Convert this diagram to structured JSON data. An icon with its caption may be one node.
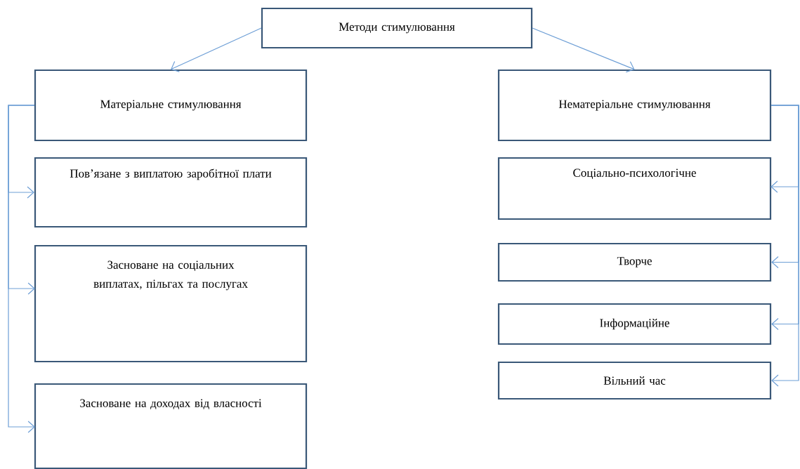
{
  "diagram": {
    "nodes": [
      {
        "text": [
          "Методи стимулювання"
        ]
      },
      {
        "text": [
          "Матеріальне стимулювання"
        ]
      },
      {
        "text": [
          "Нематеріальне стимулювання"
        ]
      },
      {
        "text": [
          "Пов’язане з виплатою заробітної плати"
        ]
      },
      {
        "text": [
          "Засноване на соціальних виплатах, пільгах та послугах"
        ]
      },
      {
        "text": [
          "Засноване на доходах від власності"
        ]
      },
      {
        "text": [
          "Соціально-психологічне"
        ]
      },
      {
        "text": [
          "Творче"
        ]
      },
      {
        "text": [
          "Інформаційне"
        ]
      },
      {
        "text": [
          "Вільний час"
        ]
      }
    ],
    "edges": [
      {
        "from": 0,
        "to": 1,
        "arrow": "to"
      },
      {
        "from": 0,
        "to": 2,
        "arrow": "to"
      },
      {
        "from": 1,
        "to": 3,
        "arrow": "to"
      },
      {
        "from": 1,
        "to": 4,
        "arrow": "to"
      },
      {
        "from": 1,
        "to": 5,
        "arrow": "to"
      },
      {
        "from": 2,
        "to": 6,
        "arrow": "to"
      },
      {
        "from": 2,
        "to": 7,
        "arrow": "to"
      },
      {
        "from": 2,
        "to": 8,
        "arrow": "to"
      },
      {
        "from": 2,
        "to": 9,
        "arrow": "to"
      }
    ]
  }
}
